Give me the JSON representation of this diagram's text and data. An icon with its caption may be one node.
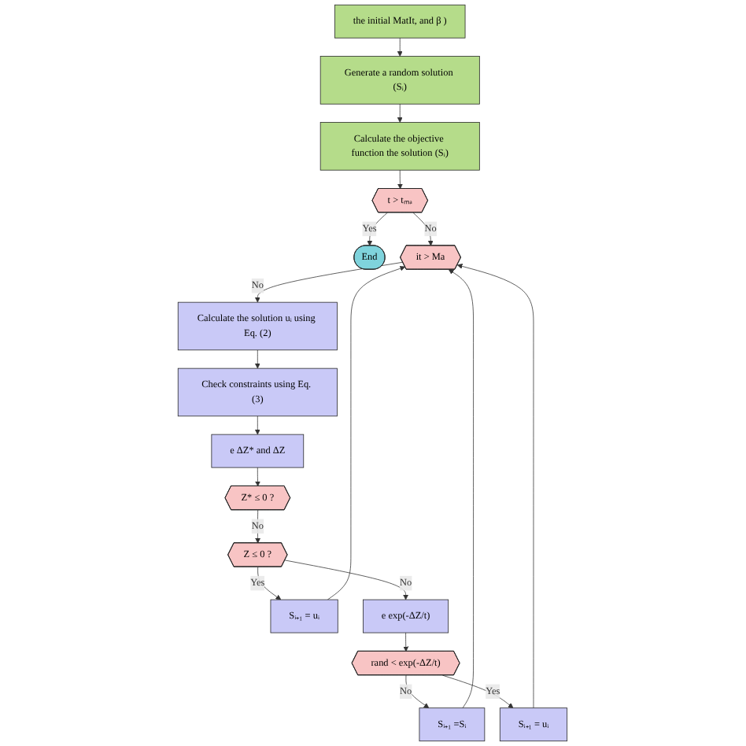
{
  "diagram": {
    "nodes": [
      {
        "text": [
          "End"
        ]
      },
      {
        "text": [
          "the initial MatIt, and β )"
        ]
      },
      {
        "text": [
          "Generate a random solution (Sᵢ)"
        ]
      },
      {
        "text": [
          "Calculate the objective function the solution (Sᵢ)"
        ]
      },
      {
        "text": [
          "t > tₘₐ"
        ]
      },
      {
        "text": [
          "it > Ma"
        ]
      },
      {
        "text": [
          "Calculate the solution uᵢ using Eq. (2)"
        ]
      },
      {
        "text": [
          "Check constraints using Eq. (3)"
        ]
      },
      {
        "text": [
          "e ΔZ* and ΔZ"
        ]
      },
      {
        "text": [
          "Z* ≤ 0 ?"
        ]
      },
      {
        "text": [
          "Z ≤ 0 ?"
        ]
      },
      {
        "text": [
          "Sᵢ₊₁ = uᵢ"
        ]
      },
      {
        "text": [
          "e exp(-ΔZ/t)"
        ]
      },
      {
        "text": [
          "rand < exp(-ΔZ/t)"
        ]
      },
      {
        "text": [
          "Sᵢ₊₁ =Sᵢ"
        ]
      },
      {
        "text": [
          "Sᵢ₊₁ = uᵢ"
        ]
      }
    ],
    "edges": [
      {
        "from": 4,
        "to": 0,
        "arrow": "to",
        "label": "Yes"
      },
      {
        "from": 1,
        "to": 2,
        "arrow": "to"
      },
      {
        "from": 2,
        "to": 3,
        "arrow": "to"
      },
      {
        "from": 3,
        "to": 4,
        "arrow": "to"
      },
      {
        "from": 4,
        "to": 5,
        "arrow": "to",
        "label": "No"
      },
      {
        "from": 5,
        "to": 6,
        "arrow": "to",
        "label": "No"
      },
      {
        "from": 6,
        "to": 7,
        "arrow": "to"
      },
      {
        "from": 7,
        "to": 8,
        "arrow": "to"
      },
      {
        "from": 8,
        "to": 9,
        "arrow": "to"
      },
      {
        "from": 9,
        "to": 10,
        "arrow": "to",
        "label": "No"
      },
      {
        "from": 10,
        "to": 11,
        "arrow": "to",
        "label": "Yes"
      },
      {
        "from": 11,
        "to": 5,
        "arrow": "to"
      },
      {
        "from": 10,
        "to": 12,
        "arrow": "to",
        "label": "No"
      },
      {
        "from": 12,
        "to": 13,
        "arrow": "to"
      },
      {
        "from": 13,
        "to": 14,
        "arrow": "to",
        "label": "No"
      },
      {
        "from": 14,
        "to": 5,
        "arrow": "to"
      },
      {
        "from": 13,
        "to": 15,
        "arrow": "to",
        "label": "Yes"
      },
      {
        "from": 15,
        "to": 5,
        "arrow": "to"
      }
    ]
  }
}
